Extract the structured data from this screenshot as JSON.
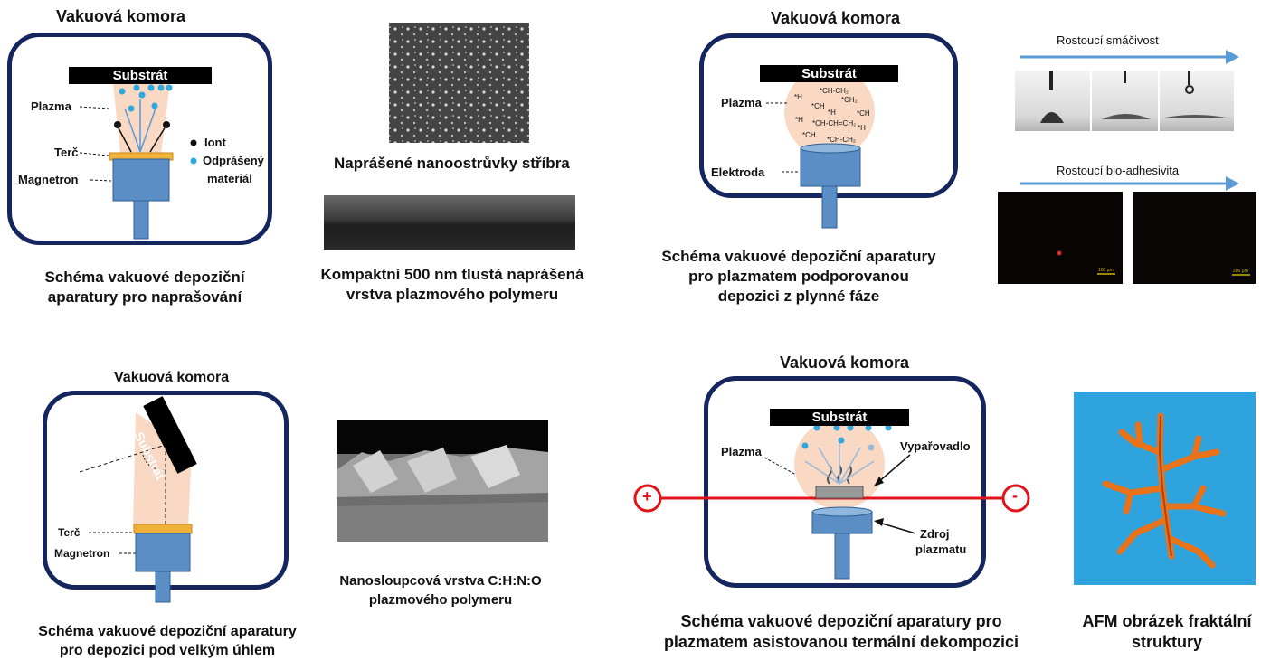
{
  "panel1": {
    "title": "Vakuová komora",
    "substrate": "Substrát",
    "labels": {
      "plasma": "Plazma",
      "target": "Terč",
      "magnetron": "Magnetron",
      "ion": "Iont",
      "sputtered_1": "Odprášený",
      "sputtered_2": "materiál"
    },
    "caption_1": "Schéma vakuové depoziční",
    "caption_2": "aparatury pro naprašování"
  },
  "panel2": {
    "caption_top": "Naprášené nanoostrůvky stříbra",
    "caption_1": "Kompaktní 500 nm tlustá naprášená",
    "caption_2": "vrstva plazmového polymeru"
  },
  "panel3": {
    "title": "Vakuová komora",
    "substrate": "Substrát",
    "labels": {
      "plasma": "Plazma",
      "electrode": "Elektroda"
    },
    "radicals": [
      "*CH-CH₂",
      "*H",
      "*CH₂",
      "*CH",
      "*H",
      "*CH",
      "*H",
      "*CH-CH=CH₂",
      "*H",
      "*CH",
      "*CH-CH₂"
    ],
    "caption_1": "Schéma vakuové depoziční aparatury",
    "caption_2": "pro plazmatem podporovanou",
    "caption_3": "depozici z plynné fáze"
  },
  "panel4": {
    "wettability": "Rostoucí smáčivost",
    "bioadhesion": "Rostoucí bio-adhesivita",
    "scale_1": "100 µm",
    "scale_2": "200 µm"
  },
  "panel5": {
    "title": "Vakuová komora",
    "substrate": "Substrát",
    "labels": {
      "target": "Terč",
      "magnetron": "Magnetron"
    },
    "caption_1": "Schéma vakuové depoziční aparatury",
    "caption_2": "pro depozici pod velkým úhlem"
  },
  "panel6": {
    "caption_1": "Nanosloupcová vrstva C:H:N:O",
    "caption_2": "plazmového polymeru"
  },
  "panel7": {
    "title": "Vakuová komora",
    "substrate": "Substrát",
    "labels": {
      "plasma": "Plazma",
      "evaporator": "Vypařovadlo",
      "source_1": "Zdroj",
      "source_2": "plazmatu",
      "plus": "+",
      "minus": "-"
    },
    "caption_1": "Schéma vakuové depoziční aparatury pro",
    "caption_2": "plazmatem asistovanou termální dekompozici"
  },
  "panel8": {
    "caption_1": "AFM obrázek fraktální",
    "caption_2": "struktury"
  },
  "colors": {
    "chamber": "#15265e",
    "plasma": "#f9d9c4",
    "magnetron": "#5b8ec4",
    "target": "#f0b13a",
    "droplet": "#2fa8de",
    "electrode_line": "#e0141b",
    "arrow": "#5b9bd5"
  }
}
